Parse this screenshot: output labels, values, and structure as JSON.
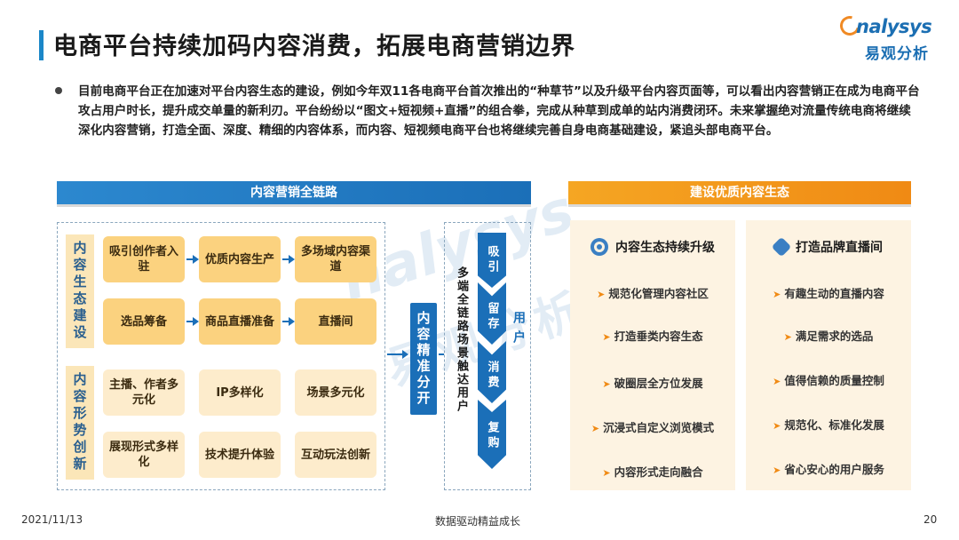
{
  "header": {
    "title": "电商平台持续加码内容消费，拓展电商营销边界",
    "logo_en": "nalysys",
    "logo_cn": "易观分析"
  },
  "intro": "目前电商平台正在加速对平台内容生态的建设，例如今年双11各电商平台首次推出的“种草节”以及升级平台内容页面等，可以看出内容营销正在成为电商平台攻占用户时长，提升成交单量的新利刃。平台纷纷以“图文+短视频+直播”的组合拳，完成从种草到成单的站内消费闭环。未来掌握绝对流量传统电商将继续深化内容营销，打造全面、深度、精细的内容体系，而内容、短视频电商平台也将继续完善自身电商基础建设，紧追头部电商平台。",
  "left_band": "内容营销全链路",
  "right_band": "建设优质内容生态",
  "categories": {
    "ecosystem": "内容生态建设",
    "form": "内容形势创新"
  },
  "ecosystem_rows": [
    [
      "吸引创作者入驻",
      "优质内容生产",
      "多场域内容渠道"
    ],
    [
      "选品筹备",
      "商品直播准备",
      "直播间"
    ]
  ],
  "form_rows": [
    [
      "主播、作者多元化",
      "IP多样化",
      "场景多元化"
    ],
    [
      "展现形式多样化",
      "技术提升体验",
      "互动玩法创新"
    ]
  ],
  "precise": "内容精准分开",
  "multi": "多端全链路场景触达用户",
  "funnel": [
    "吸引",
    "留存",
    "消费",
    "复购"
  ],
  "user_label": "用户",
  "panels": [
    {
      "title": "内容生态持续升级",
      "icon": "target-icon",
      "items": [
        "规范化管理内容社区",
        "打造垂类内容生态",
        "破圈层全方位发展",
        "沉浸式自定义浏览模式",
        "内容形式走向融合"
      ]
    },
    {
      "title": "打造品牌直播间",
      "icon": "badge-icon",
      "items": [
        "有趣生动的直播内容",
        "满足需求的选品",
        "值得信赖的质量控制",
        "规范化、标准化发展",
        "省心安心的用户服务"
      ]
    }
  ],
  "watermark": {
    "en": "nalysys",
    "cn": "易观分析"
  },
  "footer": {
    "date": "2021/11/13",
    "slogan": "数据驱动精益成长",
    "page": "20"
  },
  "colors": {
    "blue": "#1b6fb8",
    "orange": "#f08a14",
    "box_dark": "#fbd27f",
    "box_light": "#fdeccc"
  }
}
